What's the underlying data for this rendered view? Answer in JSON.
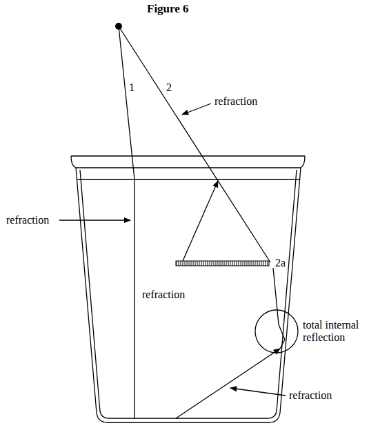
{
  "diagram": {
    "title": "Figure 6",
    "labels": [
      "1",
      "2",
      "refraction",
      "refraction",
      "2a",
      "refraction",
      "total internal reflection",
      "refraction"
    ]
  }
}
